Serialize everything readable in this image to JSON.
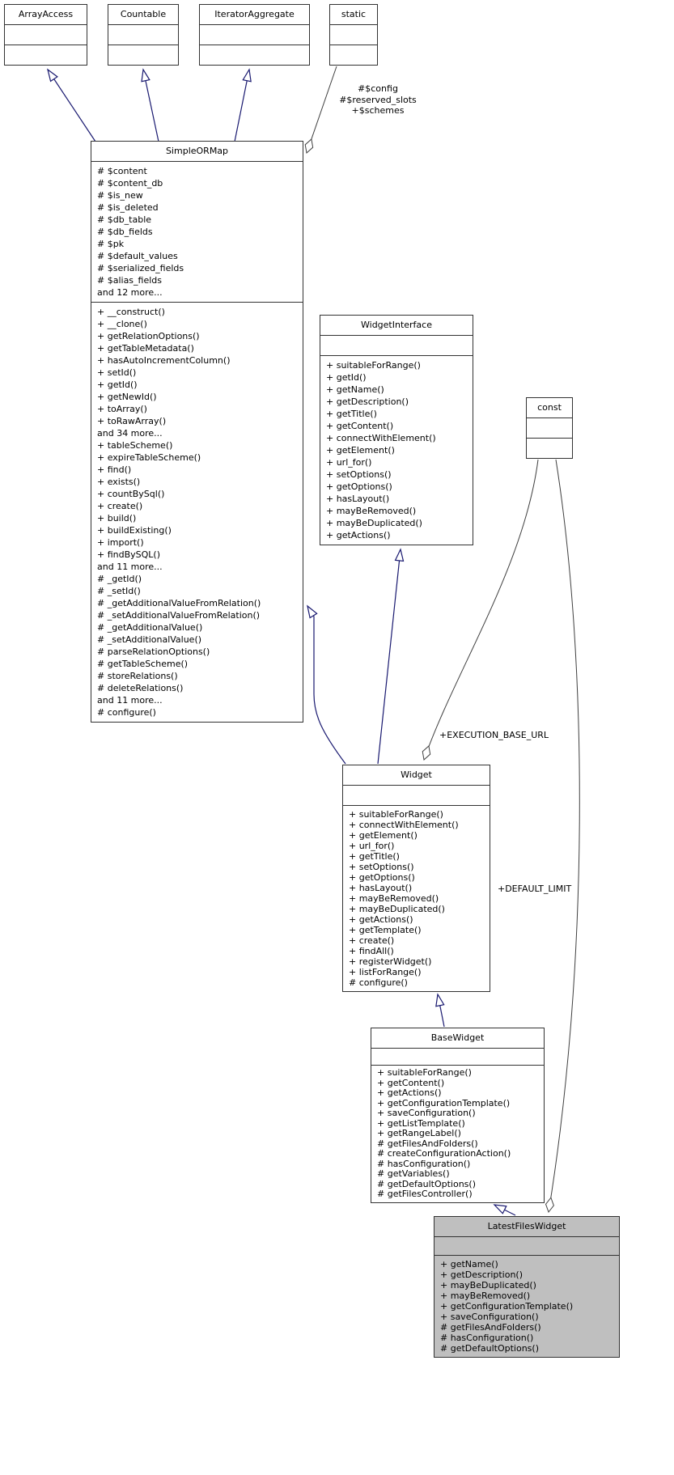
{
  "diagram": {
    "colors": {
      "inheritance_edge": "#191970",
      "usage_edge": "#404040",
      "box_border": "#323232",
      "selected_fill": "#bfbfbf",
      "box_fill": "#ffffff",
      "text": "#000000"
    },
    "nodes": {
      "array_access": {
        "title": "ArrayAccess"
      },
      "countable": {
        "title": "Countable"
      },
      "iterator_aggregate": {
        "title": "IteratorAggregate"
      },
      "static": {
        "title": "static"
      },
      "const": {
        "title": "const"
      },
      "simple_or_map": {
        "title": "SimpleORMap",
        "attributes": [
          "# $content",
          "# $content_db",
          "# $is_new",
          "# $is_deleted",
          "# $db_table",
          "# $db_fields",
          "# $pk",
          "# $default_values",
          "# $serialized_fields",
          "# $alias_fields",
          "and 12 more..."
        ],
        "methods": [
          "+ __construct()",
          "+ __clone()",
          "+ getRelationOptions()",
          "+ getTableMetadata()",
          "+ hasAutoIncrementColumn()",
          "+ setId()",
          "+ getId()",
          "+ getNewId()",
          "+ toArray()",
          "+ toRawArray()",
          "and 34 more...",
          "+ tableScheme()",
          "+ expireTableScheme()",
          "+ find()",
          "+ exists()",
          "+ countBySql()",
          "+ create()",
          "+ build()",
          "+ buildExisting()",
          "+ import()",
          "+ findBySQL()",
          "and 11 more...",
          "# _getId()",
          "# _setId()",
          "# _getAdditionalValueFromRelation()",
          "# _setAdditionalValueFromRelation()",
          "# _getAdditionalValue()",
          "# _setAdditionalValue()",
          "# parseRelationOptions()",
          "# getTableScheme()",
          "# storeRelations()",
          "# deleteRelations()",
          "and 11 more...",
          "# configure()"
        ]
      },
      "widget_interface": {
        "title": "WidgetInterface",
        "methods": [
          "+ suitableForRange()",
          "+ getId()",
          "+ getName()",
          "+ getDescription()",
          "+ getTitle()",
          "+ getContent()",
          "+ connectWithElement()",
          "+ getElement()",
          "+ url_for()",
          "+ setOptions()",
          "+ getOptions()",
          "+ hasLayout()",
          "+ mayBeRemoved()",
          "+ mayBeDuplicated()",
          "+ getActions()"
        ]
      },
      "widget": {
        "title": "Widget",
        "methods": [
          "+ suitableForRange()",
          "+ connectWithElement()",
          "+ getElement()",
          "+ url_for()",
          "+ getTitle()",
          "+ setOptions()",
          "+ getOptions()",
          "+ hasLayout()",
          "+ mayBeRemoved()",
          "+ mayBeDuplicated()",
          "+ getActions()",
          "+ getTemplate()",
          "+ create()",
          "+ findAll()",
          "+ registerWidget()",
          "+ listForRange()",
          "# configure()"
        ]
      },
      "base_widget": {
        "title": "BaseWidget",
        "methods": [
          "+ suitableForRange()",
          "+ getContent()",
          "+ getActions()",
          "+ getConfigurationTemplate()",
          "+ saveConfiguration()",
          "+ getListTemplate()",
          "+ getRangeLabel()",
          "# getFilesAndFolders()",
          "# createConfigurationAction()",
          "# hasConfiguration()",
          "# getVariables()",
          "# getDefaultOptions()",
          "# getFilesController()"
        ]
      },
      "latest_files_widget": {
        "title": "LatestFilesWidget",
        "methods": [
          "+ getName()",
          "+ getDescription()",
          "+ mayBeDuplicated()",
          "+ mayBeRemoved()",
          "+ getConfigurationTemplate()",
          "+ saveConfiguration()",
          "# getFilesAndFolders()",
          "# hasConfiguration()",
          "# getDefaultOptions()"
        ]
      }
    },
    "edge_labels": {
      "static_to_simpleormap": [
        "#$config",
        "#$reserved_slots",
        "+$schemes"
      ],
      "const_to_widget": "+EXECUTION_BASE_URL",
      "const_to_latestfileswidget": "+DEFAULT_LIMIT"
    }
  }
}
